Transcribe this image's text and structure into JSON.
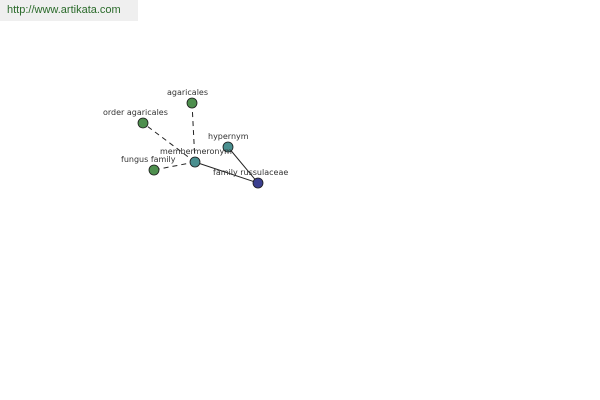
{
  "header": {
    "url": "http://www.artikata.com"
  },
  "diagram": {
    "colors": {
      "green_node": "#4e8f4e",
      "teal_node": "#4a8f8f",
      "blue_node": "#3b3f8f",
      "edge": "#222222",
      "text": "#333333",
      "url": "#2a6a2a"
    },
    "nodes": [
      {
        "id": "center",
        "label": "membermeronym",
        "color": "teal"
      },
      {
        "id": "agaricales",
        "label": "agaricales",
        "color": "green"
      },
      {
        "id": "order-agaricales",
        "label": "order agaricales",
        "color": "green"
      },
      {
        "id": "fungus-family",
        "label": "fungus family",
        "color": "green"
      },
      {
        "id": "hypernym",
        "label": "hypernym",
        "color": "teal"
      },
      {
        "id": "family-russulaceae",
        "label": "family russulaceae",
        "color": "blue"
      }
    ],
    "edges": [
      {
        "from": "center",
        "to": "agaricales",
        "style": "dashed"
      },
      {
        "from": "center",
        "to": "order-agaricales",
        "style": "dashed"
      },
      {
        "from": "center",
        "to": "fungus-family",
        "style": "dashed"
      },
      {
        "from": "center",
        "to": "family-russulaceae",
        "style": "solid"
      },
      {
        "from": "hypernym",
        "to": "family-russulaceae",
        "style": "solid"
      }
    ]
  }
}
